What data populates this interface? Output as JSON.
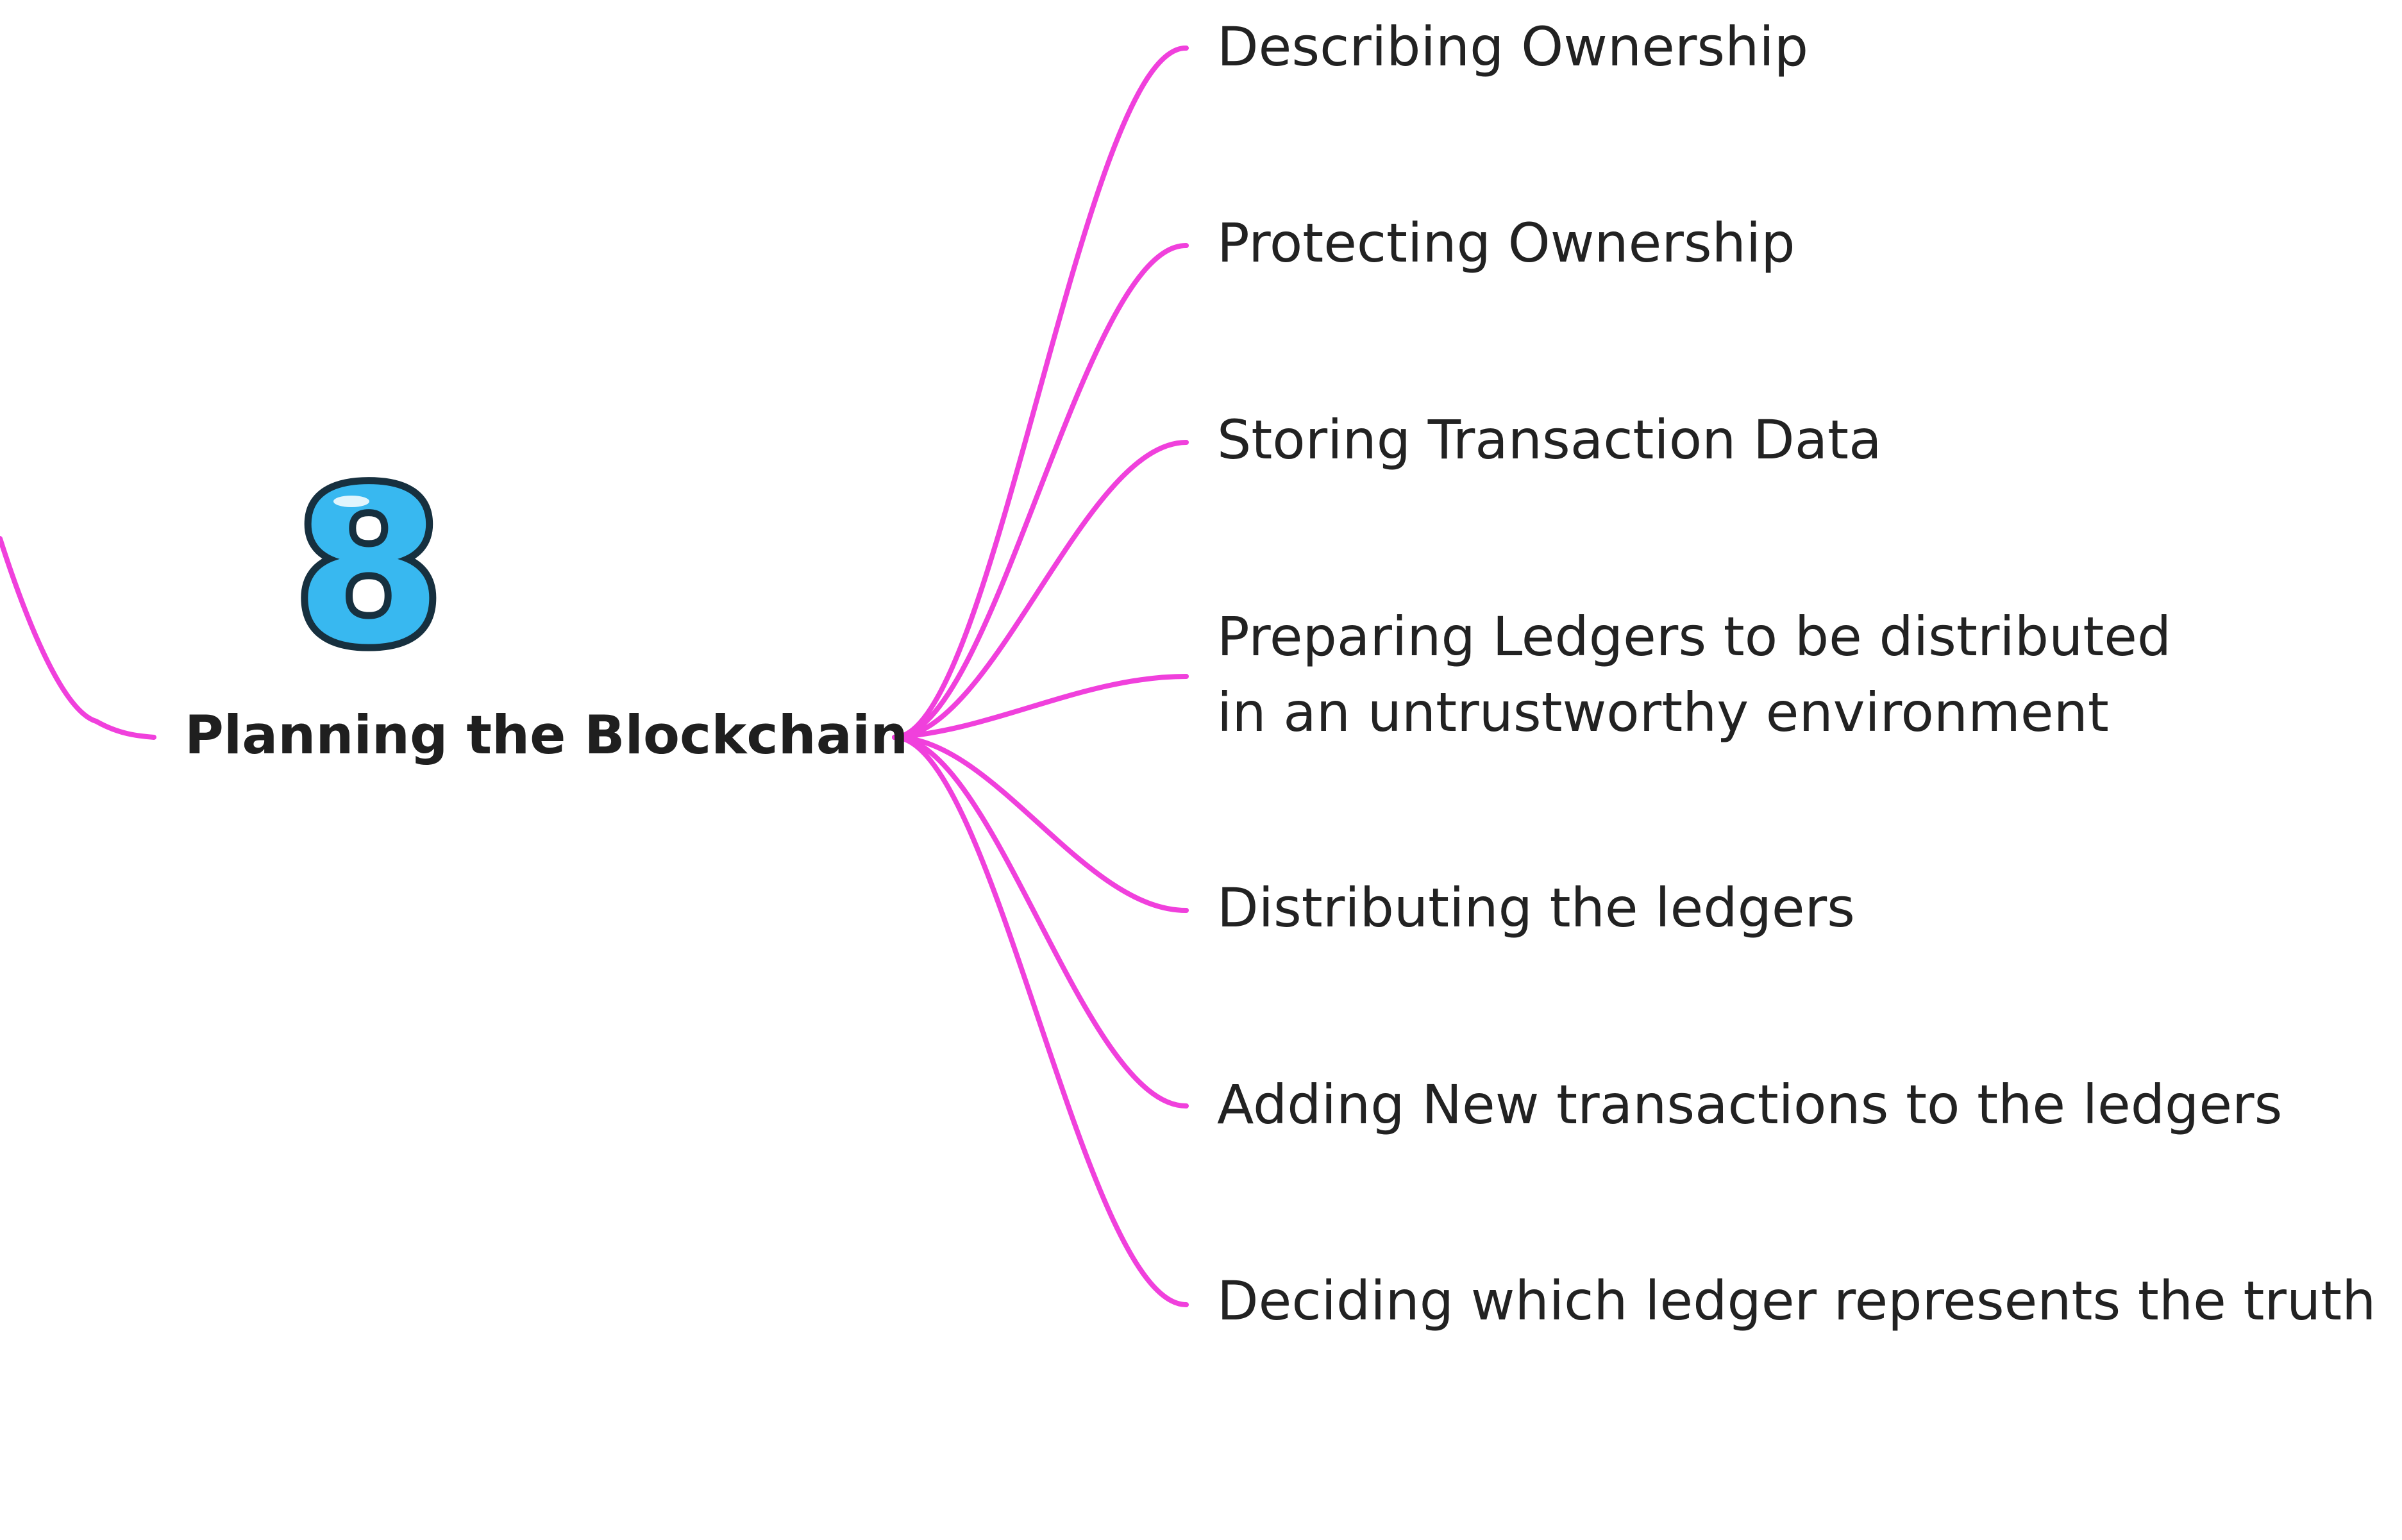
{
  "central": {
    "badge_number": "8",
    "title": "Planning the Blockchain"
  },
  "branches": [
    {
      "lines": [
        "Describing Ownership"
      ]
    },
    {
      "lines": [
        "Protecting Ownership"
      ]
    },
    {
      "lines": [
        "Storing Transaction Data"
      ]
    },
    {
      "lines": [
        "Preparing Ledgers to be distributed",
        "in an untrustworthy environment"
      ]
    },
    {
      "lines": [
        "Distributing the ledgers"
      ]
    },
    {
      "lines": [
        "Adding New transactions to the ledgers"
      ]
    },
    {
      "lines": [
        "Deciding which ledger represents the truth"
      ]
    }
  ],
  "colors": {
    "connector": "#f040dc",
    "badge_fill": "#38b8f0",
    "badge_outline": "#17303f",
    "text": "#222222"
  },
  "icons": {
    "badge": "number-8-badge-icon"
  }
}
